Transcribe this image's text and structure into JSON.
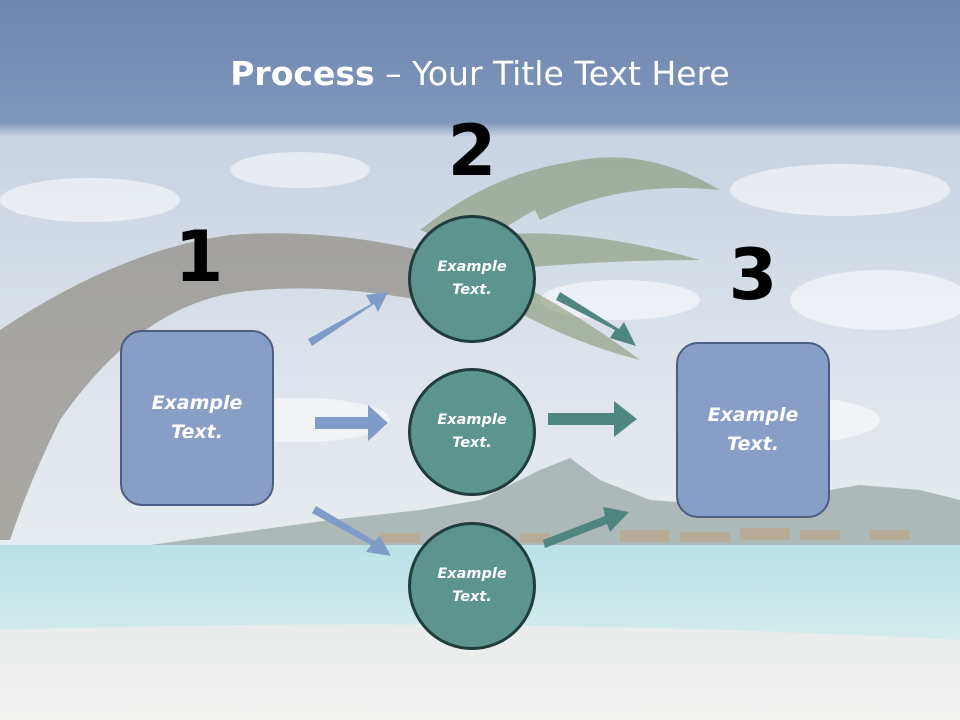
{
  "title": {
    "bold": "Process",
    "rest": " – Your Title Text Here"
  },
  "steps": {
    "one": "1",
    "two": "2",
    "three": "3"
  },
  "nodes": {
    "left_box": "Example Text.",
    "circle_top": "Example Text.",
    "circle_middle": "Example Text.",
    "circle_bottom": "Example Text.",
    "right_box": "Example Text."
  },
  "colors": {
    "box_fill": "#879ec6",
    "circle_fill": "#5e948e",
    "arrow_blue": "#7f9cc9",
    "arrow_teal": "#4f8680"
  }
}
